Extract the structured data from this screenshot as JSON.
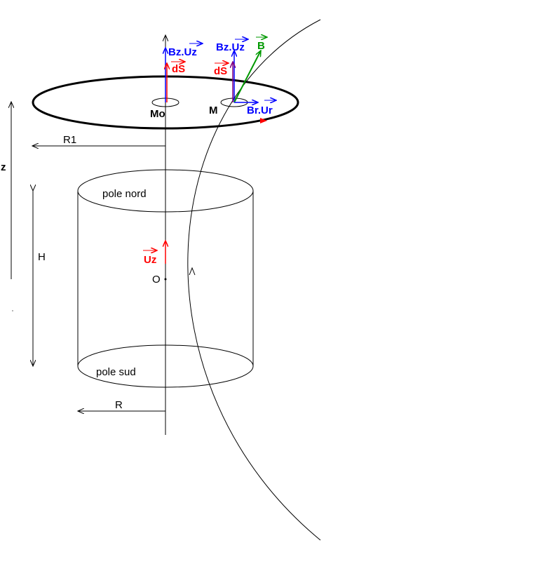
{
  "labels": {
    "mo": "Mo",
    "m": "M",
    "r1": "R1",
    "z": "z",
    "h": "H",
    "r": "R",
    "o": "O",
    "pole_nord": "pole nord",
    "pole_sud": "pole sud",
    "bz_uz_left": "Bz.Uz",
    "bz_uz_right": "Bz.Uz",
    "ds_left": "dS",
    "ds_right": "dS",
    "b": "B",
    "br_ur": "Br.Ur",
    "uz": "Uz"
  },
  "colors": {
    "black": "#000000",
    "blue": "#0000ff",
    "red": "#ff0000",
    "green": "#009900",
    "purple": "#800080"
  }
}
